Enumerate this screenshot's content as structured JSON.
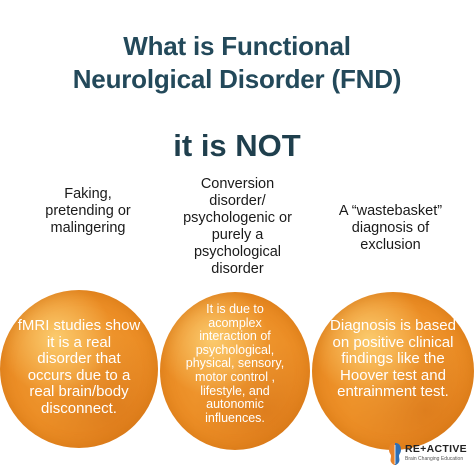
{
  "title": {
    "line1": "What is Functional",
    "line2": "Neurolgical Disorder (FND)"
  },
  "subtitle": "it is NOT",
  "myths": [
    [
      "Faking,",
      "pretending or",
      "malingering"
    ],
    [
      "Conversion",
      "disorder/",
      "psychologenic or",
      "purely a",
      "psychological",
      "disorder"
    ],
    [
      "A “wastebasket”",
      "diagnosis of",
      "exclusion"
    ]
  ],
  "facts": [
    [
      "fMRI studies show",
      "it is a real",
      "disorder that",
      "occurs due to a",
      "real  brain/body",
      "disconnect."
    ],
    [
      "It is due to",
      "acomplex",
      "interaction of",
      "psychological,",
      "physical, sensory,",
      "motor control ,",
      "lifestyle, and",
      "autonomic",
      "influences."
    ],
    [
      "Diagnosis is based",
      "on positive clinical",
      "findings like the",
      "Hoover test and",
      "entrainment test."
    ]
  ],
  "logo": {
    "name": "RE+ACTIVE",
    "tagline": "Brain Changing Education"
  },
  "colors": {
    "title": "#23495a",
    "circle": "#eb8d25",
    "fact_text": "#ffffff"
  }
}
